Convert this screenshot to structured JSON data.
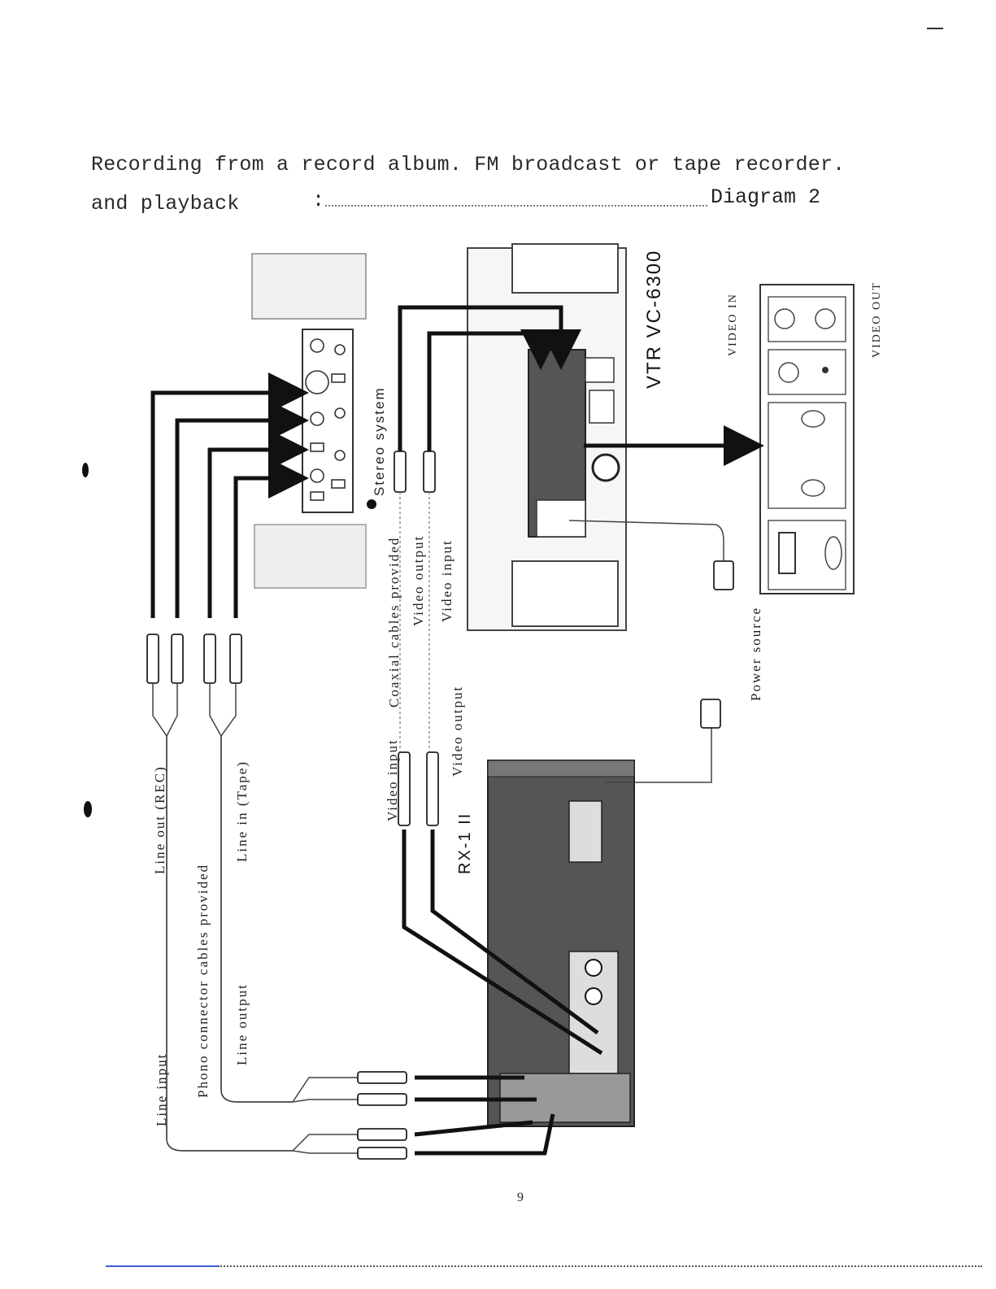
{
  "heading": {
    "line1": "Recording from a record album. FM broadcast or tape recorder.",
    "line2": "and playback",
    "diagram_ref": "Diagram 2"
  },
  "page_number": "9",
  "devices": {
    "vtr": "VTR VC-6300",
    "receiver": "RX-1 II",
    "stereo": "Stereo system"
  },
  "labels": {
    "line_out_rec": "Line out (REC)",
    "line_in_tape": "Line in (Tape)",
    "phono_cables": "Phono connector cables provided",
    "line_input": "Line input",
    "line_output": "Line output",
    "coaxial_cables": "Coaxial cables provided",
    "video_output_vtr": "Video output",
    "video_input_vtr": "Video input",
    "video_input_rx": "Video input",
    "video_output_rx": "Video output",
    "power_source": "Power source",
    "video_in": "VIDEO IN",
    "video_out": "VIDEO OUT"
  }
}
